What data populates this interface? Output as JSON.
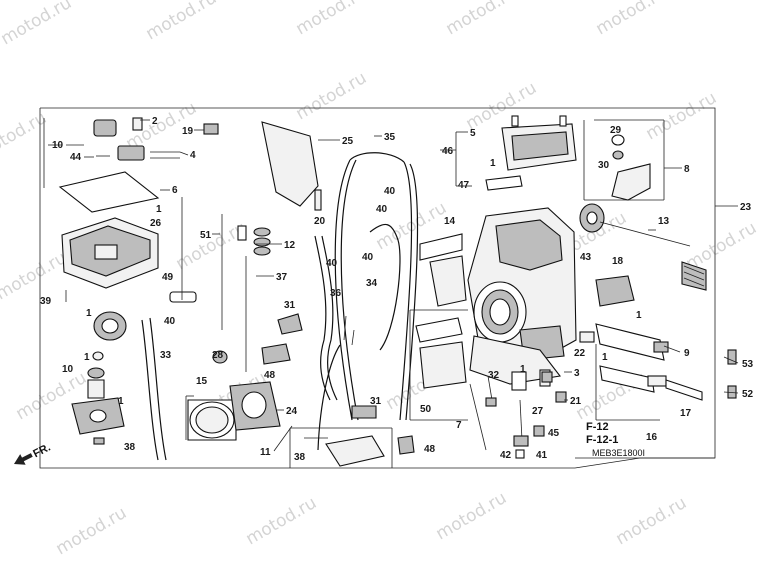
{
  "watermark": {
    "text": "motod.ru"
  },
  "diagram_code": "MEB3E1800I",
  "direction_arrow": {
    "label": "FR."
  },
  "reference_codes": [
    "F-12",
    "F-12-1"
  ],
  "callouts": {
    "c1a": "1",
    "c1b": "1",
    "c1c": "1",
    "c1d": "1",
    "c1e": "1",
    "c1f": "1",
    "c1g": "1",
    "c1h": "1",
    "c2": "2",
    "c3": "3",
    "c4": "4",
    "c5": "5",
    "c6": "6",
    "c7": "7",
    "c8": "8",
    "c9": "9",
    "c10a": "10",
    "c10b": "10",
    "c11": "11",
    "c12": "12",
    "c13": "13",
    "c14": "14",
    "c15": "15",
    "c16": "16",
    "c17": "17",
    "c18": "18",
    "c19": "19",
    "c20": "20",
    "c21": "21",
    "c22": "22",
    "c23": "23",
    "c24": "24",
    "c25": "25",
    "c26": "26",
    "c27": "27",
    "c28": "28",
    "c29": "29",
    "c30": "30",
    "c31a": "31",
    "c31b": "31",
    "c32": "32",
    "c33": "33",
    "c34": "34",
    "c35": "35",
    "c36": "36",
    "c37": "37",
    "c38a": "38",
    "c38b": "38",
    "c39": "39",
    "c40a": "40",
    "c40b": "40",
    "c40c": "40",
    "c40d": "40",
    "c40e": "40",
    "c41": "41",
    "c42": "42",
    "c43": "43",
    "c44": "44",
    "c45": "45",
    "c46": "46",
    "c47": "47",
    "c48a": "48",
    "c48b": "48",
    "c49": "49",
    "c50": "50",
    "c51": "51",
    "c52": "52",
    "c53": "53"
  }
}
